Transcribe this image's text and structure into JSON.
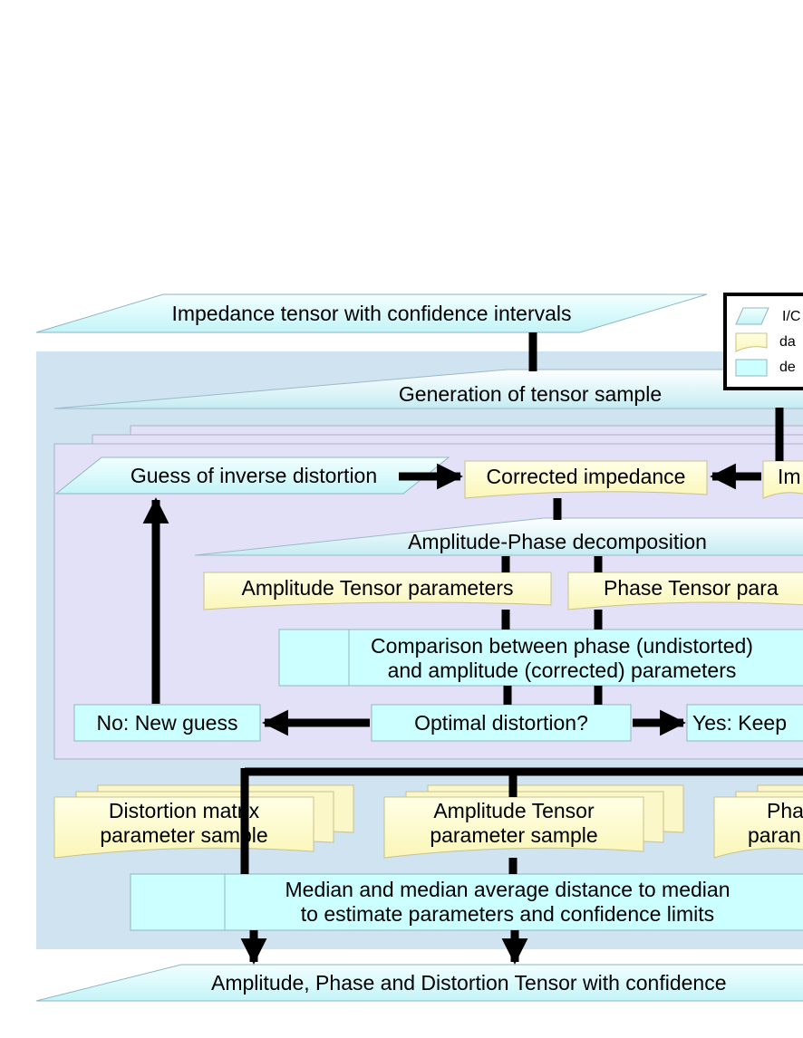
{
  "colors": {
    "io": "#ccffff",
    "data": "#ffffcc",
    "decision": "#ccffff",
    "outer_panel": "#cfe3f1",
    "inner_panel": "#e3e1f8",
    "arrow": "#000000"
  },
  "io_top": "Impedance tensor with confidence intervals",
  "generation": "Generation of tensor sample",
  "guess_inverse": "Guess of inverse distortion",
  "corrected_impedance": "Corrected impedance",
  "impedance_sample": "Im",
  "amp_phase_decomposition": "Amplitude-Phase decomposition",
  "amp_tensor_params": "Amplitude Tensor parameters",
  "phase_tensor_params": "Phase Tensor para",
  "comparison": [
    "Comparison between phase (undistorted)",
    "and amplitude (corrected) parameters"
  ],
  "no_new_guess": "No: New guess",
  "optimal_distortion": "Optimal distortion?",
  "yes_keep": "Yes: Keep",
  "distortion_sample": [
    "Distortion matrix",
    "parameter sample"
  ],
  "amplitude_sample": [
    "Amplitude Tensor",
    "parameter sample"
  ],
  "phase_sample": [
    "Pha",
    "paran"
  ],
  "median": [
    "Median and median average distance to median",
    "to estimate parameters and confidence limits"
  ],
  "io_bottom": "Amplitude, Phase and Distortion Tensor with confidence",
  "legend": {
    "items": [
      {
        "icon": "parallelogram-icon",
        "label": "I/C"
      },
      {
        "icon": "document-icon",
        "label": "da"
      },
      {
        "icon": "rectangle-icon",
        "label": "de"
      }
    ]
  }
}
